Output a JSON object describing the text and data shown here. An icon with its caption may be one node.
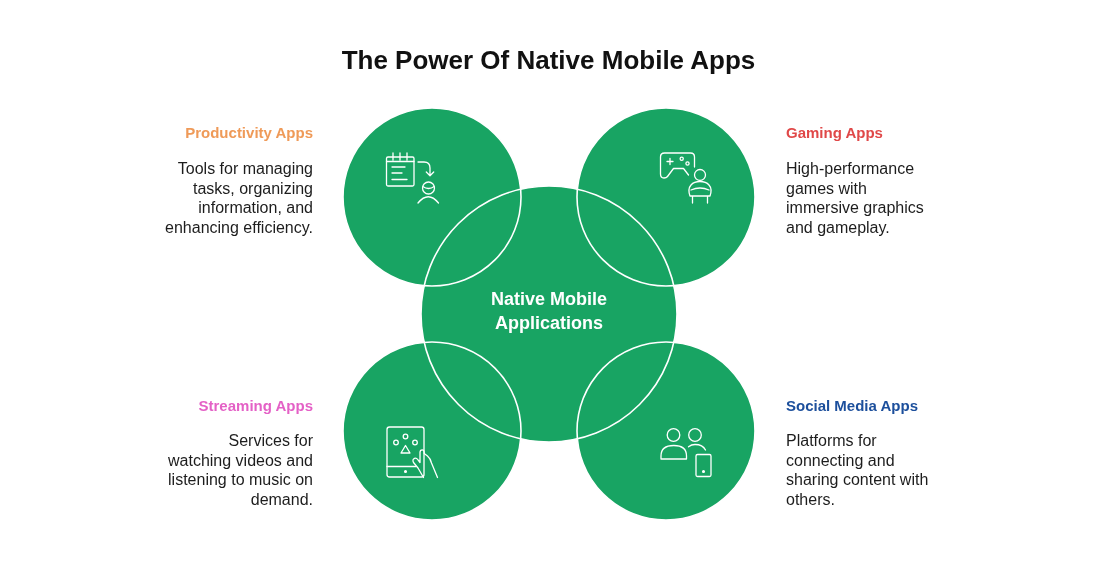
{
  "diagram": {
    "title": "The Power Of Native Mobile Apps",
    "nodes": [
      {
        "text": [],
        "shape": "circle",
        "beside": [
          "Productivity Apps",
          "Tools for managing tasks, organizing information, and enhancing efficiency."
        ]
      },
      {
        "text": [],
        "shape": "circle",
        "beside": [
          "Gaming Apps",
          "High-performance games with immersive graphics and gameplay."
        ]
      },
      {
        "text": [
          "Native Mobile Applications"
        ]
      },
      {
        "text": [],
        "shape": "circle",
        "beside": [
          "Streaming Apps",
          "Services for watching videos and listening to music on demand."
        ]
      },
      {
        "text": [],
        "shape": "circle",
        "beside": [
          "Social Media Apps",
          "Platforms for connecting and sharing content with others."
        ]
      }
    ]
  }
}
